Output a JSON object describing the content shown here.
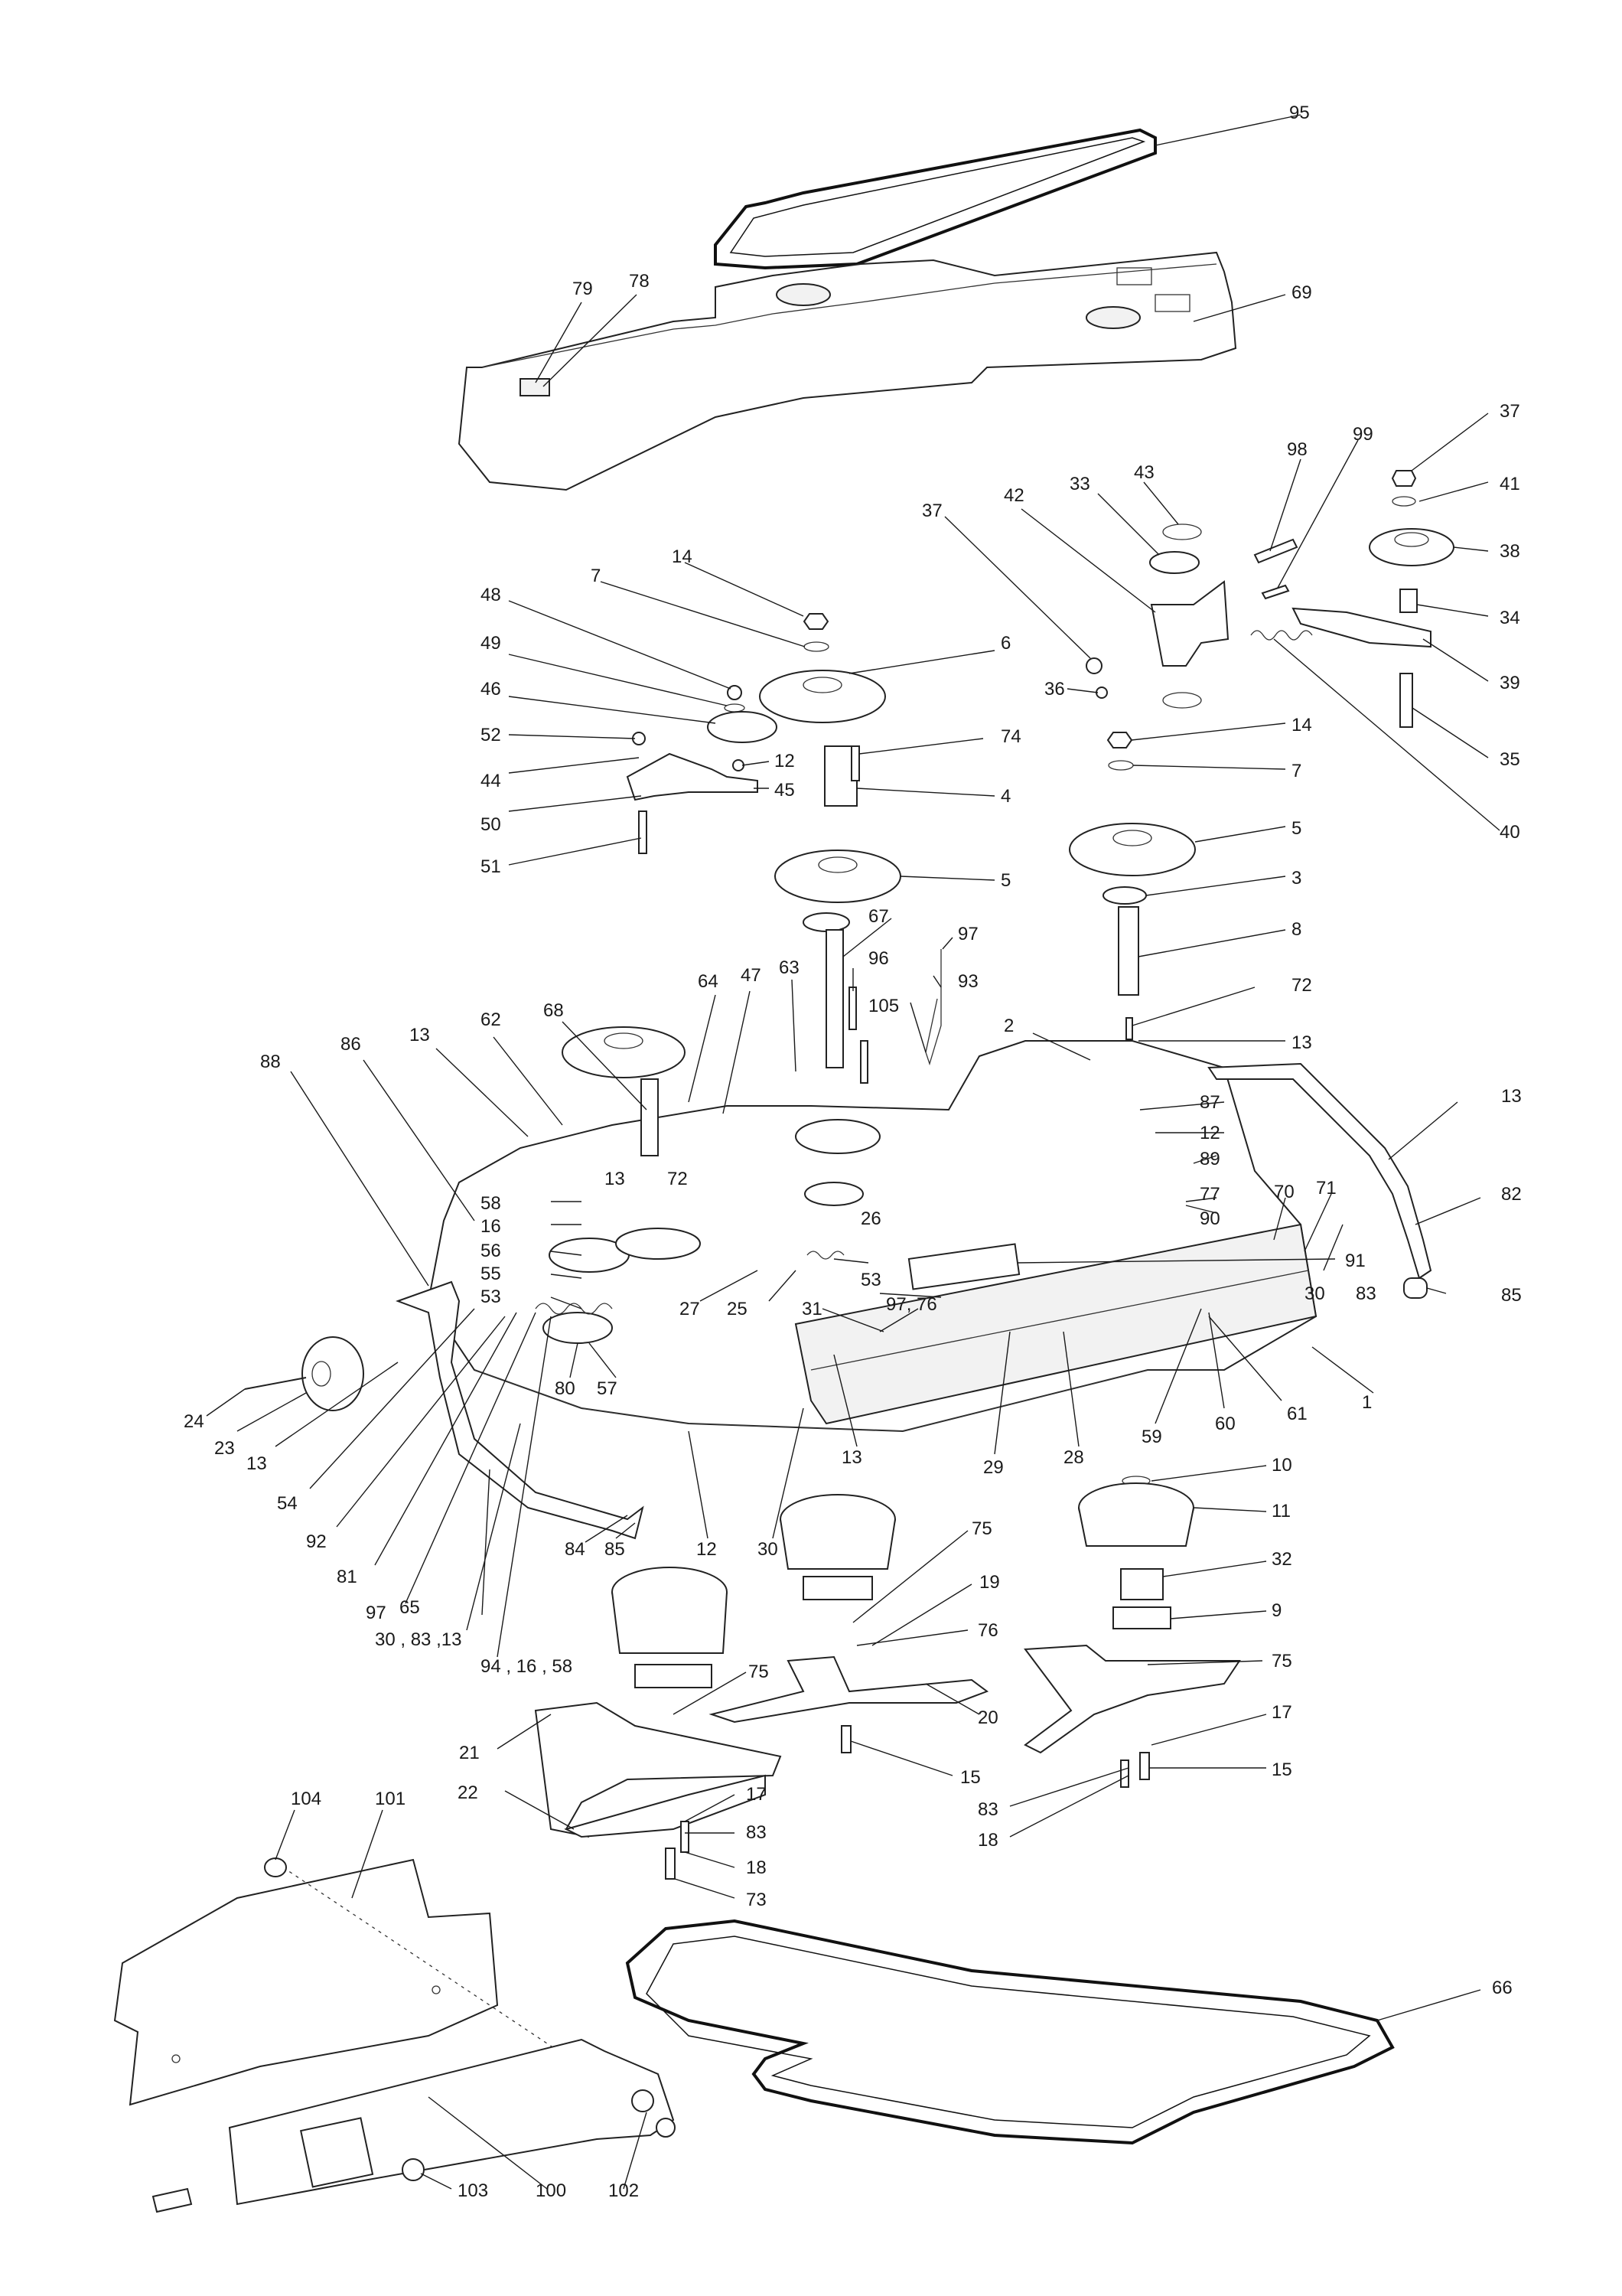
{
  "labels": [
    {
      "id": "l95",
      "text": "95"
    },
    {
      "id": "l79",
      "text": "79"
    },
    {
      "id": "l78",
      "text": "78"
    },
    {
      "id": "l69",
      "text": "69"
    },
    {
      "id": "l37a",
      "text": "37"
    },
    {
      "id": "l98",
      "text": "98"
    },
    {
      "id": "l99",
      "text": "99"
    },
    {
      "id": "l41",
      "text": "41"
    },
    {
      "id": "l38",
      "text": "38"
    },
    {
      "id": "l34",
      "text": "34"
    },
    {
      "id": "l39",
      "text": "39"
    },
    {
      "id": "l35",
      "text": "35"
    },
    {
      "id": "l40",
      "text": "40"
    },
    {
      "id": "l43",
      "text": "43"
    },
    {
      "id": "l33",
      "text": "33"
    },
    {
      "id": "l42",
      "text": "42"
    },
    {
      "id": "l37b",
      "text": "37"
    },
    {
      "id": "l36",
      "text": "36"
    },
    {
      "id": "l14a",
      "text": "14"
    },
    {
      "id": "l7a",
      "text": "7"
    },
    {
      "id": "l6",
      "text": "6"
    },
    {
      "id": "l48",
      "text": "48"
    },
    {
      "id": "l49",
      "text": "49"
    },
    {
      "id": "l46",
      "text": "46"
    },
    {
      "id": "l52",
      "text": "52"
    },
    {
      "id": "l44",
      "text": "44"
    },
    {
      "id": "l12a",
      "text": "12"
    },
    {
      "id": "l45",
      "text": "45"
    },
    {
      "id": "l74",
      "text": "74"
    },
    {
      "id": "l4",
      "text": "4"
    },
    {
      "id": "l50",
      "text": "50"
    },
    {
      "id": "l51",
      "text": "51"
    },
    {
      "id": "l5a",
      "text": "5"
    },
    {
      "id": "l14b",
      "text": "14"
    },
    {
      "id": "l7b",
      "text": "7"
    },
    {
      "id": "l5b",
      "text": "5"
    },
    {
      "id": "l3",
      "text": "3"
    },
    {
      "id": "l8",
      "text": "8"
    },
    {
      "id": "l67",
      "text": "67"
    },
    {
      "id": "l97a",
      "text": "97"
    },
    {
      "id": "l96",
      "text": "96"
    },
    {
      "id": "l93",
      "text": "93"
    },
    {
      "id": "l105",
      "text": "105"
    },
    {
      "id": "l72a",
      "text": "72"
    },
    {
      "id": "l13a",
      "text": "13"
    },
    {
      "id": "l2",
      "text": "2"
    },
    {
      "id": "l88",
      "text": "88"
    },
    {
      "id": "l86",
      "text": "86"
    },
    {
      "id": "l13b",
      "text": "13"
    },
    {
      "id": "l62",
      "text": "62"
    },
    {
      "id": "l68",
      "text": "68"
    },
    {
      "id": "l64",
      "text": "64"
    },
    {
      "id": "l47",
      "text": "47"
    },
    {
      "id": "l63",
      "text": "63"
    },
    {
      "id": "l87",
      "text": "87"
    },
    {
      "id": "l12b",
      "text": "12"
    },
    {
      "id": "l13c",
      "text": "13"
    },
    {
      "id": "l89",
      "text": "89"
    },
    {
      "id": "l77",
      "text": "77"
    },
    {
      "id": "l70",
      "text": "70"
    },
    {
      "id": "l71",
      "text": "71"
    },
    {
      "id": "l82",
      "text": "82"
    },
    {
      "id": "l90",
      "text": "90"
    },
    {
      "id": "l58a",
      "text": "58"
    },
    {
      "id": "l13d",
      "text": "13"
    },
    {
      "id": "l72b",
      "text": "72"
    },
    {
      "id": "l16a",
      "text": "16"
    },
    {
      "id": "l26",
      "text": "26"
    },
    {
      "id": "l56",
      "text": "56"
    },
    {
      "id": "l91",
      "text": "91"
    },
    {
      "id": "l55",
      "text": "55"
    },
    {
      "id": "l53a",
      "text": "53"
    },
    {
      "id": "l53b",
      "text": "53"
    },
    {
      "id": "l27",
      "text": "27"
    },
    {
      "id": "l25",
      "text": "25"
    },
    {
      "id": "l97b",
      "text": "97, 76"
    },
    {
      "id": "l31",
      "text": "31"
    },
    {
      "id": "l30a",
      "text": "30"
    },
    {
      "id": "l83a",
      "text": "83"
    },
    {
      "id": "l85a",
      "text": "85"
    },
    {
      "id": "l1",
      "text": "1"
    },
    {
      "id": "l24",
      "text": "24"
    },
    {
      "id": "l23",
      "text": "23"
    },
    {
      "id": "l80",
      "text": "80"
    },
    {
      "id": "l57",
      "text": "57"
    },
    {
      "id": "l59",
      "text": "59"
    },
    {
      "id": "l60",
      "text": "60"
    },
    {
      "id": "l61",
      "text": "61"
    },
    {
      "id": "l13e",
      "text": "13"
    },
    {
      "id": "l54",
      "text": "54"
    },
    {
      "id": "l29",
      "text": "29"
    },
    {
      "id": "l28",
      "text": "28"
    },
    {
      "id": "l92",
      "text": "92"
    },
    {
      "id": "l13f",
      "text": "13"
    },
    {
      "id": "l10",
      "text": "10"
    },
    {
      "id": "l81",
      "text": "81"
    },
    {
      "id": "l12c",
      "text": "12"
    },
    {
      "id": "l30b",
      "text": "30"
    },
    {
      "id": "l11",
      "text": "11"
    },
    {
      "id": "l84",
      "text": "84"
    },
    {
      "id": "l85b",
      "text": "85"
    },
    {
      "id": "l97c",
      "text": "97"
    },
    {
      "id": "l75a",
      "text": "75"
    },
    {
      "id": "l32",
      "text": "32"
    },
    {
      "id": "l65",
      "text": "65"
    },
    {
      "id": "l19",
      "text": "19"
    },
    {
      "id": "l9",
      "text": "9"
    },
    {
      "id": "l30c",
      "text": "30 , 83 ,13"
    },
    {
      "id": "l76",
      "text": "76"
    },
    {
      "id": "l75b",
      "text": "75"
    },
    {
      "id": "l94",
      "text": "94 , 16 , 58"
    },
    {
      "id": "l75c",
      "text": "75"
    },
    {
      "id": "l20",
      "text": "20"
    },
    {
      "id": "l17a",
      "text": "17"
    },
    {
      "id": "l21",
      "text": "21"
    },
    {
      "id": "l15a",
      "text": "15"
    },
    {
      "id": "l15b",
      "text": "15"
    },
    {
      "id": "l83b",
      "text": "83"
    },
    {
      "id": "l18a",
      "text": "18"
    },
    {
      "id": "l104",
      "text": "104"
    },
    {
      "id": "l101",
      "text": "101"
    },
    {
      "id": "l22",
      "text": "22"
    },
    {
      "id": "l17b",
      "text": "17"
    },
    {
      "id": "l83c",
      "text": "83"
    },
    {
      "id": "l18b",
      "text": "18"
    },
    {
      "id": "l73",
      "text": "73"
    },
    {
      "id": "l66",
      "text": "66"
    },
    {
      "id": "l103",
      "text": "103"
    },
    {
      "id": "l100",
      "text": "100"
    },
    {
      "id": "l102",
      "text": "102"
    }
  ]
}
